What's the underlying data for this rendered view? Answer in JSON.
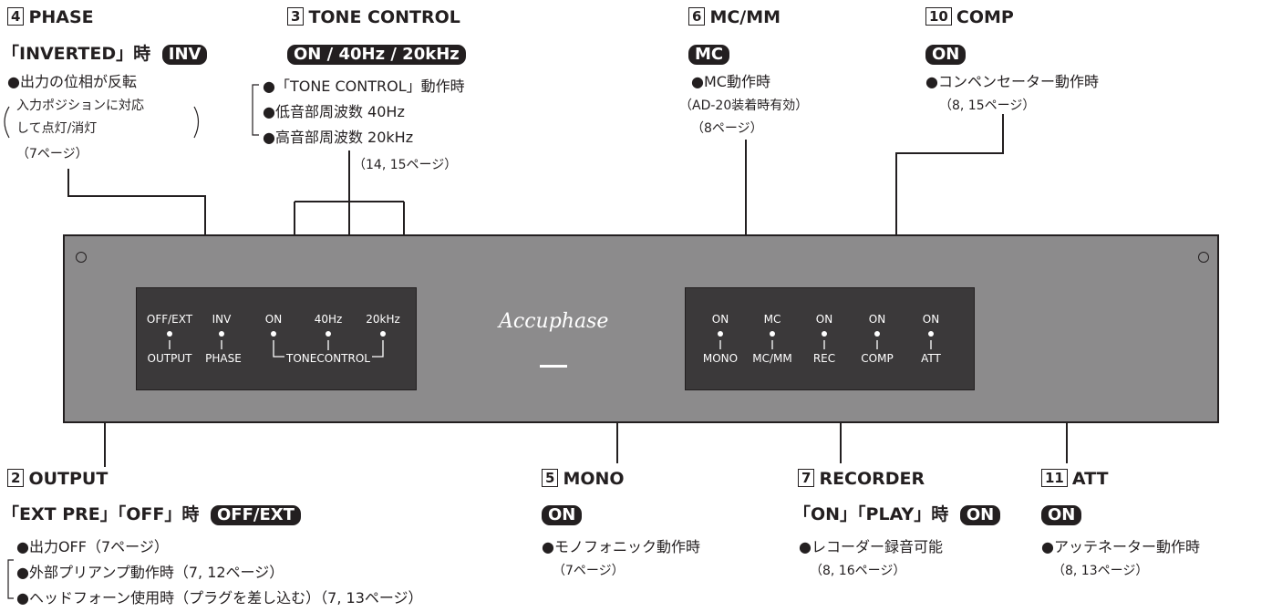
{
  "callouts": {
    "phase": {
      "num": "4",
      "title": "PHASE",
      "cond_text": "「INVERTED」時",
      "badge": "INV",
      "l1": "●出力の位相が反転",
      "l2": "入力ポジションに対応",
      "l3": "して点灯/消灯",
      "l4": "（7ページ）"
    },
    "tone": {
      "num": "3",
      "title": "TONE CONTROL",
      "badge": "ON / 40Hz / 20kHz",
      "l1": "●「TONE CONTROL」動作時",
      "l2": "●低音部周波数  40Hz",
      "l3": "●高音部周波数  20kHz",
      "l4": "（14, 15ページ）"
    },
    "mcmm": {
      "num": "6",
      "title": "MC/MM",
      "badge": "MC",
      "l1": "●MC動作時",
      "l2": "（AD-20装着時有効）",
      "l3": "（8ページ）"
    },
    "comp": {
      "num": "10",
      "title": "COMP",
      "badge": "ON",
      "l1": "●コンペンセーター動作時",
      "l2": "（8, 15ページ）"
    },
    "output": {
      "num": "2",
      "title": "OUTPUT",
      "cond_text": "「EXT PRE」「OFF」時",
      "badge": "OFF/EXT",
      "l1": "●出力OFF（7ページ）",
      "l2": "●外部プリアンプ動作時（7, 12ページ）",
      "l3": "●ヘッドフォーン使用時（プラグを差し込む）（7, 13ページ）"
    },
    "mono": {
      "num": "5",
      "title": "MONO",
      "badge": "ON",
      "l1": "●モノフォニック動作時",
      "l2": "（7ページ）"
    },
    "recorder": {
      "num": "7",
      "title": "RECORDER",
      "cond_text": "「ON」「PLAY」時",
      "badge": "ON",
      "l1": "●レコーダー録音可能",
      "l2": "（8, 16ページ）"
    },
    "att": {
      "num": "11",
      "title": "ATT",
      "badge": "ON",
      "l1": "●アッテネーター動作時",
      "l2": "（8, 13ページ）"
    }
  },
  "panel": {
    "brand": "Accuphase",
    "left_display": {
      "top_labels": [
        "OFF/EXT",
        "INV",
        "ON",
        "40Hz",
        "20kHz"
      ],
      "bottom_labels": [
        "OUTPUT",
        "PHASE"
      ],
      "group_label": "TONECONTROL"
    },
    "right_display": {
      "top_labels": [
        "ON",
        "MC",
        "ON",
        "ON",
        "ON"
      ],
      "bottom_labels": [
        "MONO",
        "MC/MM",
        "REC",
        "COMP",
        "ATT"
      ]
    }
  }
}
